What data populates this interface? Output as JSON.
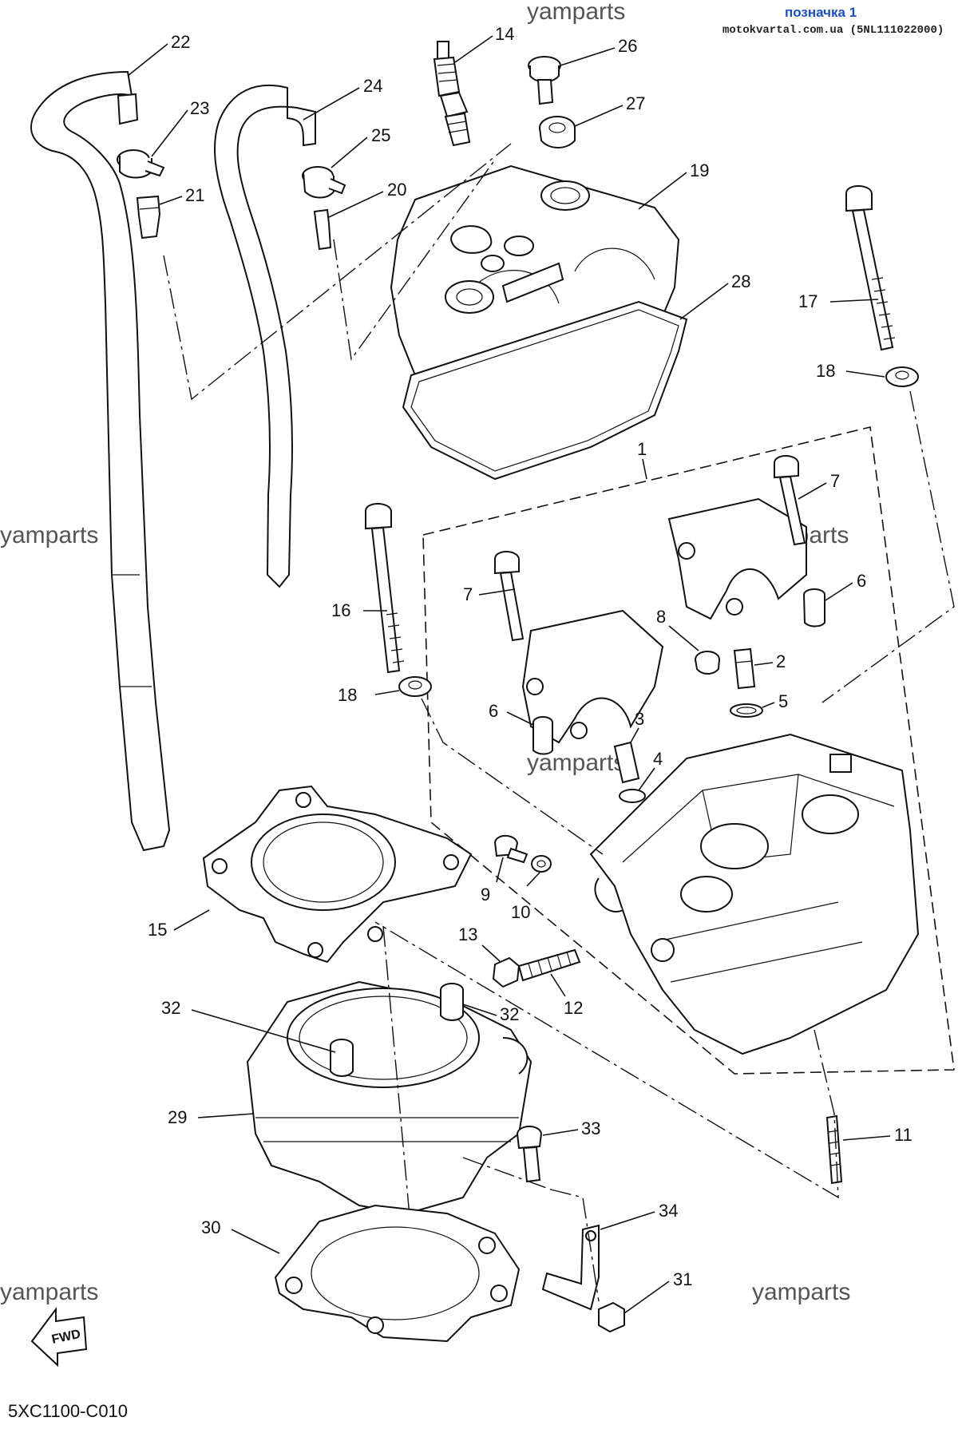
{
  "header": {
    "tag": "позначка 1",
    "site": "motokvartal.com.ua (5NL111022000)"
  },
  "watermark": "yamparts",
  "diagram_code": "5XC1100-C010",
  "fwd_label": "FWD",
  "callouts": {
    "c1": "1",
    "c2": "2",
    "c3": "3",
    "c4": "4",
    "c5": "5",
    "c6a": "6",
    "c6b": "6",
    "c7a": "7",
    "c7b": "7",
    "c8": "8",
    "c9": "9",
    "c10": "10",
    "c11": "11",
    "c12": "12",
    "c13": "13",
    "c14": "14",
    "c15": "15",
    "c16": "16",
    "c17": "17",
    "c18a": "18",
    "c18b": "18",
    "c19": "19",
    "c20": "20",
    "c21": "21",
    "c22": "22",
    "c23": "23",
    "c24": "24",
    "c25": "25",
    "c26": "26",
    "c27": "27",
    "c28": "28",
    "c29": "29",
    "c30": "30",
    "c31": "31",
    "c32a": "32",
    "c32b": "32",
    "c33": "33",
    "c34": "34"
  }
}
